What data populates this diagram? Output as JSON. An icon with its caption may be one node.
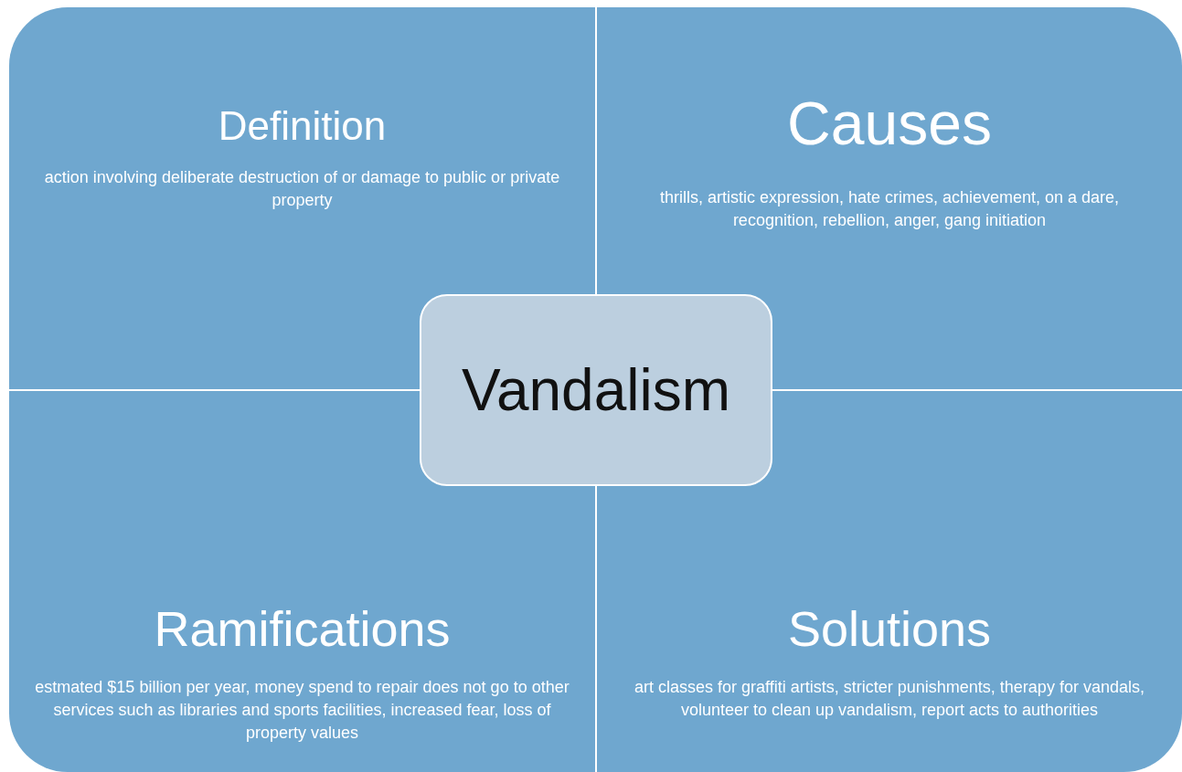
{
  "diagram": {
    "nodes": [
      {
        "text": [
          "Definition",
          "action involving deliberate destruction of or damage to public or private property"
        ]
      },
      {
        "text": [
          "Causes",
          "thrills, artistic expression, hate crimes, achievement, on a dare, recognition, rebellion, anger, gang initiation"
        ]
      },
      {
        "text": [
          "Ramifications",
          "estmated $15 billion per year, money spend to repair does not go to other services such as libraries and sports facilities, increased fear, loss of property values"
        ]
      },
      {
        "text": [
          "Solutions",
          "art classes for graffiti artists, stricter punishments, therapy for vandals, volunteer to clean up vandalism, report acts to authorities"
        ]
      },
      {
        "text": [
          "Vandalism"
        ]
      }
    ]
  }
}
